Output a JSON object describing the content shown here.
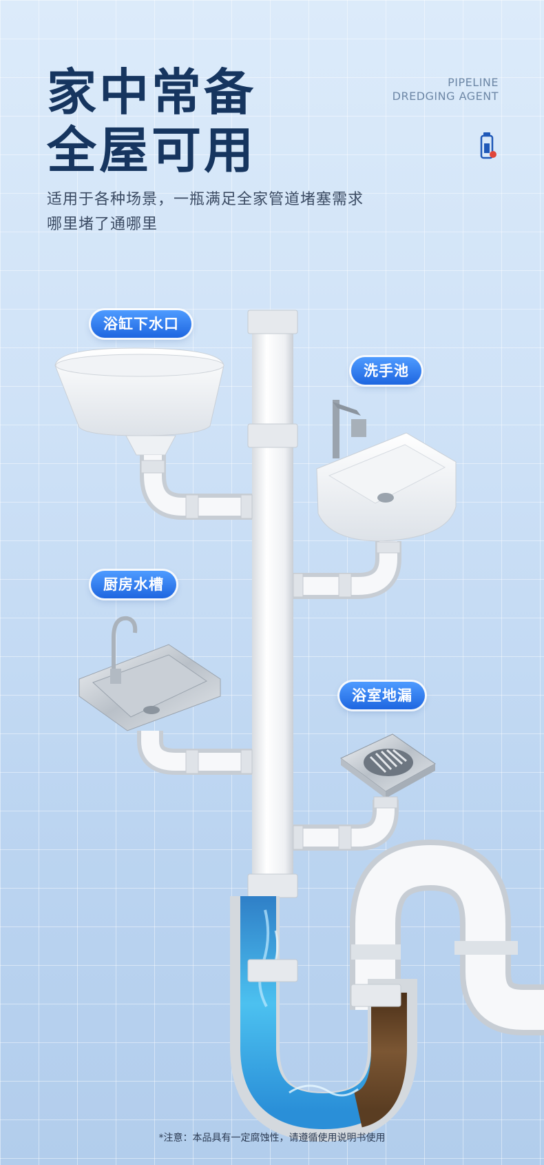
{
  "header": {
    "title_line1": "家中常备",
    "title_line2": "全屋可用",
    "subtitle_line1": "适用于各种场景，一瓶满足全家管道堵塞需求",
    "subtitle_line2": "哪里堵了通哪里",
    "english_line1": "PIPELINE",
    "english_line2": "DREDGING AGENT"
  },
  "scenes": {
    "bathtub": "浴缸下水口",
    "washbasin": "洗手池",
    "kitchen_sink": "厨房水槽",
    "floor_drain": "浴室地漏"
  },
  "footer": {
    "note": "*注意：本品具有一定腐蚀性，请遵循使用说明书使用"
  },
  "colors": {
    "title": "#16355f",
    "tag": "#2a75ef",
    "pipe": "#f2f4f6",
    "water": "#3fb6ee",
    "clog": "#6b4a2b"
  }
}
